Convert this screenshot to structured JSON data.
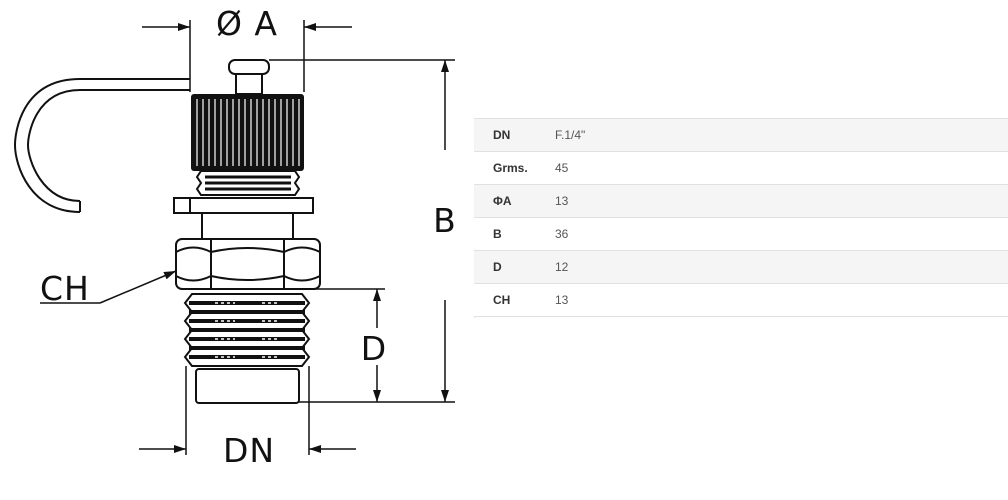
{
  "drawing": {
    "labels": {
      "dia_a": "Ø A",
      "b": "B",
      "ch": "CH",
      "d": "D",
      "dn": "DN"
    }
  },
  "spec_table": {
    "rows": [
      {
        "key": "DN",
        "value": "F.1/4\""
      },
      {
        "key": "Grms.",
        "value": "45"
      },
      {
        "key": "ΦA",
        "value": "13"
      },
      {
        "key": "B",
        "value": "36"
      },
      {
        "key": "D",
        "value": "12"
      },
      {
        "key": "CH",
        "value": "13"
      }
    ]
  }
}
